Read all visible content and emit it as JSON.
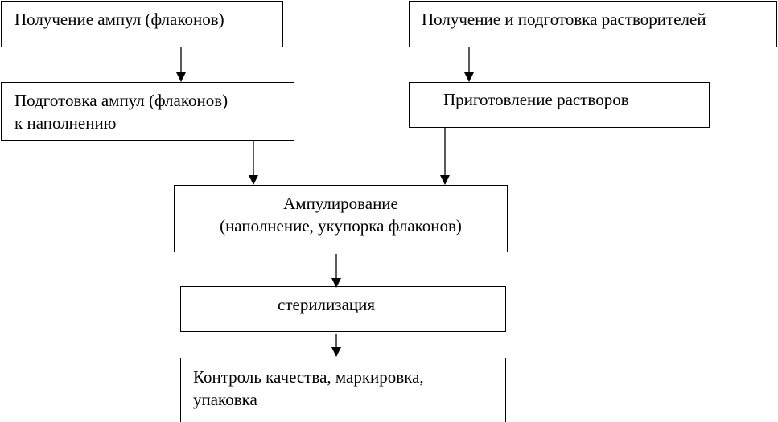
{
  "diagram": {
    "nodes": {
      "receive_ampoules": "Получение ампул (флаконов)",
      "receive_solvents": "Получение и подготовка растворителей",
      "prepare_ampoules": "Подготовка ампул (флаконов)\nк наполнению",
      "prepare_solutions": "Приготовление растворов",
      "ampouling": {
        "line1": "Ампулирование",
        "line2": "(наполнение, укупорка флаконов)"
      },
      "sterilization": "стерилизация",
      "quality_control": "Контроль качества, маркировка,\nупаковка"
    },
    "edges": [
      {
        "from": "receive_ampoules",
        "to": "prepare_ampoules"
      },
      {
        "from": "receive_solvents",
        "to": "prepare_solutions"
      },
      {
        "from": "prepare_ampoules",
        "to": "ampouling"
      },
      {
        "from": "prepare_solutions",
        "to": "ampouling"
      },
      {
        "from": "ampouling",
        "to": "sterilization"
      },
      {
        "from": "sterilization",
        "to": "quality_control"
      }
    ]
  }
}
